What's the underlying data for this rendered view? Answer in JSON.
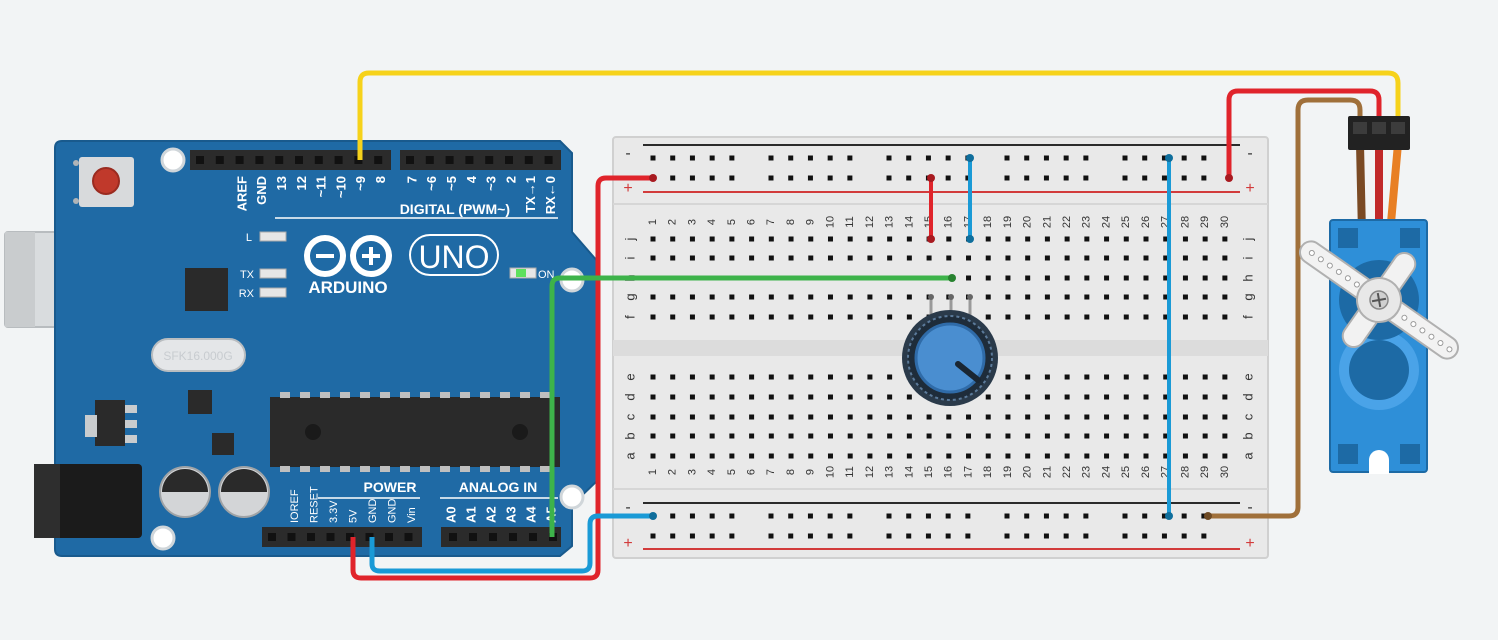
{
  "board": {
    "logo_text": "ARDUINO",
    "model": "UNO",
    "digital_label": "DIGITAL (PWM~)",
    "power_label": "POWER",
    "analog_label": "ANALOG IN",
    "led_l": "L",
    "led_tx": "TX",
    "led_rx": "RX",
    "on_label": "ON",
    "crystal": "SFK16.000G",
    "digital_pins": [
      "AREF",
      "GND",
      "13",
      "12",
      "~11",
      "~10",
      "~9",
      "8",
      "7",
      "~6",
      "~5",
      "4",
      "~3",
      "2",
      "TX→1",
      "RX←0"
    ],
    "power_pins": [
      "IOREF",
      "RESET",
      "3.3V",
      "5V",
      "GND",
      "GND",
      "Vin"
    ],
    "analog_pins": [
      "A0",
      "A1",
      "A2",
      "A3",
      "A4",
      "A5"
    ]
  },
  "breadboard": {
    "columns": [
      "1",
      "2",
      "3",
      "4",
      "5",
      "6",
      "7",
      "8",
      "9",
      "10",
      "11",
      "12",
      "13",
      "14",
      "15",
      "16",
      "17",
      "18",
      "19",
      "20",
      "21",
      "22",
      "23",
      "24",
      "25",
      "26",
      "27",
      "28",
      "29",
      "30"
    ],
    "upper_rows": [
      "j",
      "i",
      "h",
      "g",
      "f"
    ],
    "lower_rows": [
      "e",
      "d",
      "c",
      "b",
      "a"
    ],
    "rail_minus": "-",
    "rail_plus": "+"
  },
  "colors": {
    "board_blue": "#1f6aa5",
    "wire_yellow": "#f6d21b",
    "wire_red": "#e0242b",
    "wire_blue": "#1a9ad6",
    "wire_green": "#3db34a",
    "wire_brown": "#a0703a",
    "servo_blue": "#2e8fd8",
    "pot_blue": "#4a8ed0"
  },
  "components": [
    "arduino-uno",
    "breadboard",
    "potentiometer",
    "servo-motor"
  ]
}
